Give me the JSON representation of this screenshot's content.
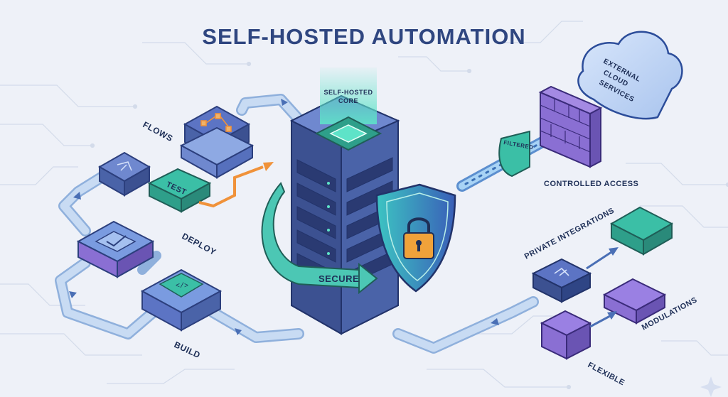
{
  "title": "SELF-HOSTED AUTOMATION",
  "labels": {
    "core_line1": "SELF-HOSTED",
    "core_line2": "CORE",
    "flows": "FLOWS",
    "test": "TEST",
    "deploy": "DEPLOY",
    "build": "BUILD",
    "secure": "SECURE",
    "filtered": "FILTERED",
    "controlled_access": "CONTROLLED ACCESS",
    "cloud_line1": "EXTERNAL",
    "cloud_line2": "CLOUD",
    "cloud_line3": "SERVICES",
    "private_integrations": "PRIVATE INTEGRATIONS",
    "modulations": "MODULATIONS",
    "flexible": "FLEXIBLE"
  },
  "icons": {
    "core": "chip-icon",
    "security": "padlock-shield-icon",
    "firewall": "brick-wall-icon",
    "cloud": "cloud-icon"
  },
  "colors": {
    "background": "#eef1f8",
    "title": "#2f4680",
    "server": "#4a63a8",
    "teal": "#3bbfa6",
    "purple": "#8a6fd3",
    "pipe": "#bcd3f0",
    "orange": "#f0923a"
  }
}
